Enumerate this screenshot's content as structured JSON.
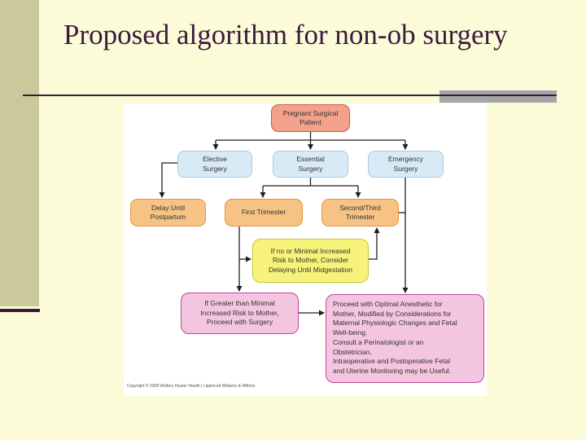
{
  "slide": {
    "title": "Proposed algorithm for non-ob surgery"
  },
  "colors": {
    "background": "#FBFBD8",
    "left-bar": "#C9C99C",
    "accent-bar": "#A5A5A9",
    "title": "#3B1A3C",
    "rule": "#3B1A3C",
    "panel": "#FFFFFF",
    "connector": "#1F1F1F",
    "node-text": "#323232",
    "red-fill": "#F2A18B",
    "red-border": "#D0594A",
    "blue-fill": "#D8EAF6",
    "blue-border": "#A8CCE0",
    "orange-fill": "#F6C385",
    "orange-border": "#E89240",
    "yellow-fill": "#F7F279",
    "yellow-border": "#C8C633",
    "pink-fill": "#F3C5DE",
    "pink-border": "#C2469A"
  },
  "flowchart": {
    "nodes": {
      "patient": {
        "label": "Pregnant Surgical\nPatient"
      },
      "elective": {
        "label": "Elective\nSurgery"
      },
      "essential": {
        "label": "Essential\nSurgery"
      },
      "emergency": {
        "label": "Emergency\nSurgery"
      },
      "delay": {
        "label": "Delay Until\nPostpartum"
      },
      "first_trimester": {
        "label": "First Trimester"
      },
      "second_third_trimester": {
        "label": "Second/Third\nTrimester"
      },
      "midgestation": {
        "label": "If no or Minimal Increased\nRisk to Mother, Consider\nDelaying Until Midgestation"
      },
      "proceed_surgery": {
        "label": "If Greater than Minimal\nIncreased Risk to Mother,\nProceed with Surgery"
      },
      "optimal_anesthetic": {
        "label": "Proceed with Optimal Anesthetic for\nMother, Modified by Considerations for\nMaternal Physiologic Changes and Fetal\nWell-being.\nConsult a Perinatologist or an\nObstetrician.\nIntraoperative and Postoperative Fetal\nand Uterine Monitoring may be Useful."
      }
    },
    "copyright": "Copyright © 2008 Wolters Kluwer Health | Lippincott Williams & Wilkins"
  }
}
